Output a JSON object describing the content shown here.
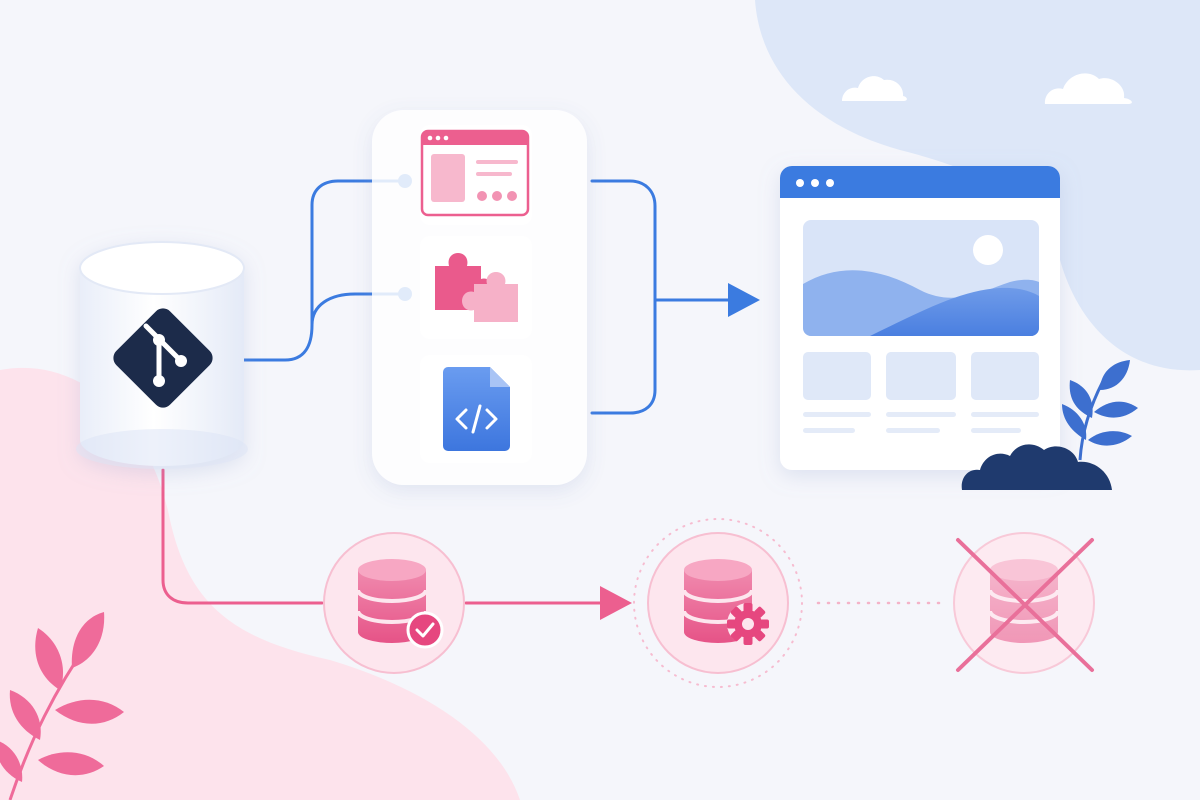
{
  "palette": {
    "background": "#f5f6fb",
    "blue": "#3b7be0",
    "blue_light": "#dfe8fb",
    "pink": "#ec5f8f",
    "pink_light": "#fbe0ea",
    "navy": "#1f3a6e",
    "repo_icon": "#1c2b4a"
  },
  "nodes": {
    "repository": {
      "icon": "git-icon"
    },
    "components": [
      {
        "icon": "layout-template-icon"
      },
      {
        "icon": "puzzle-pieces-icon"
      },
      {
        "icon": "code-file-icon"
      }
    ],
    "website": {
      "icon": "browser-window-icon"
    },
    "databases": [
      {
        "icon": "database-check-icon",
        "state": "ok"
      },
      {
        "icon": "database-gear-icon",
        "state": "processing"
      },
      {
        "icon": "database-crossed-icon",
        "state": "removed"
      }
    ]
  },
  "decorations": [
    "cloud-icon",
    "cloud-icon",
    "leaf-branch-icon",
    "bush-icon",
    "leaf-branch-icon"
  ]
}
